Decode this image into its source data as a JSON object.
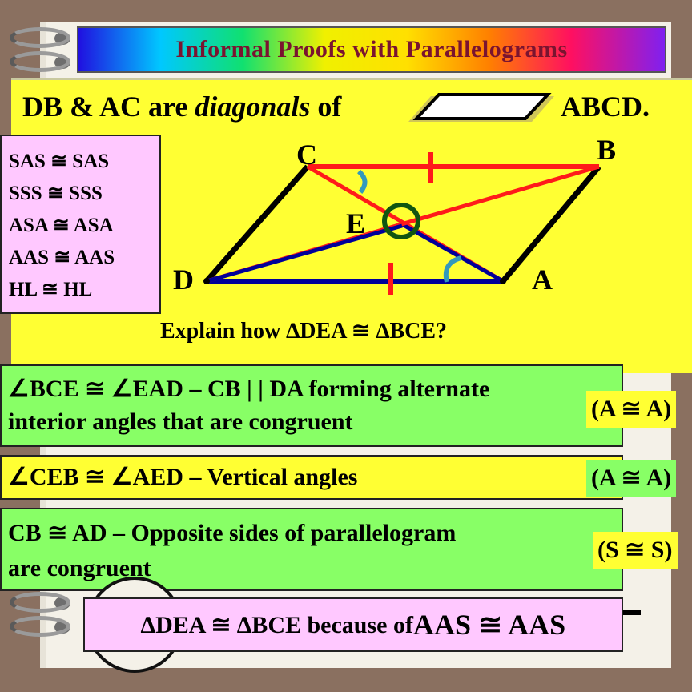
{
  "title": "Informal  Proofs with Parallelograms",
  "statement": {
    "part1": "DB & AC are ",
    "italic": "diagonals",
    "part2": " of",
    "tail": "ABCD."
  },
  "postulates": [
    "SAS ≅ SAS",
    "SSS ≅ SSS",
    "ASA ≅ ASA",
    "AAS ≅ AAS",
    "HL ≅ HL"
  ],
  "points": {
    "C": "C",
    "B": "B",
    "E": "E",
    "D": "D",
    "A": "A"
  },
  "question": "Explain how ∆DEA ≅ ∆BCE?",
  "steps": [
    {
      "line1": "∠BCE ≅ ∠EAD  –  CB | | DA forming  alternate",
      "line2": "interior angles that are congruent",
      "reason": "(A ≅ A)"
    },
    {
      "line1": "∠CEB ≅ ∠AED  –   Vertical angles",
      "reason": "(A ≅ A)"
    },
    {
      "line1": "CB ≅ AD  –  Opposite sides of parallelogram",
      "line2": "are congruent",
      "reason": "(S ≅ S)"
    }
  ],
  "conclusion": {
    "main": "∆DEA ≅ ∆BCE because of ",
    "big": "AAS ≅ AAS"
  },
  "colors": {
    "yellow": "#ffff33",
    "green": "#88ff66",
    "pink": "#ffc8ff",
    "red": "#ff1a1a",
    "blue": "#000099",
    "arc": "#3399bb",
    "title_text": "#7a1430"
  }
}
